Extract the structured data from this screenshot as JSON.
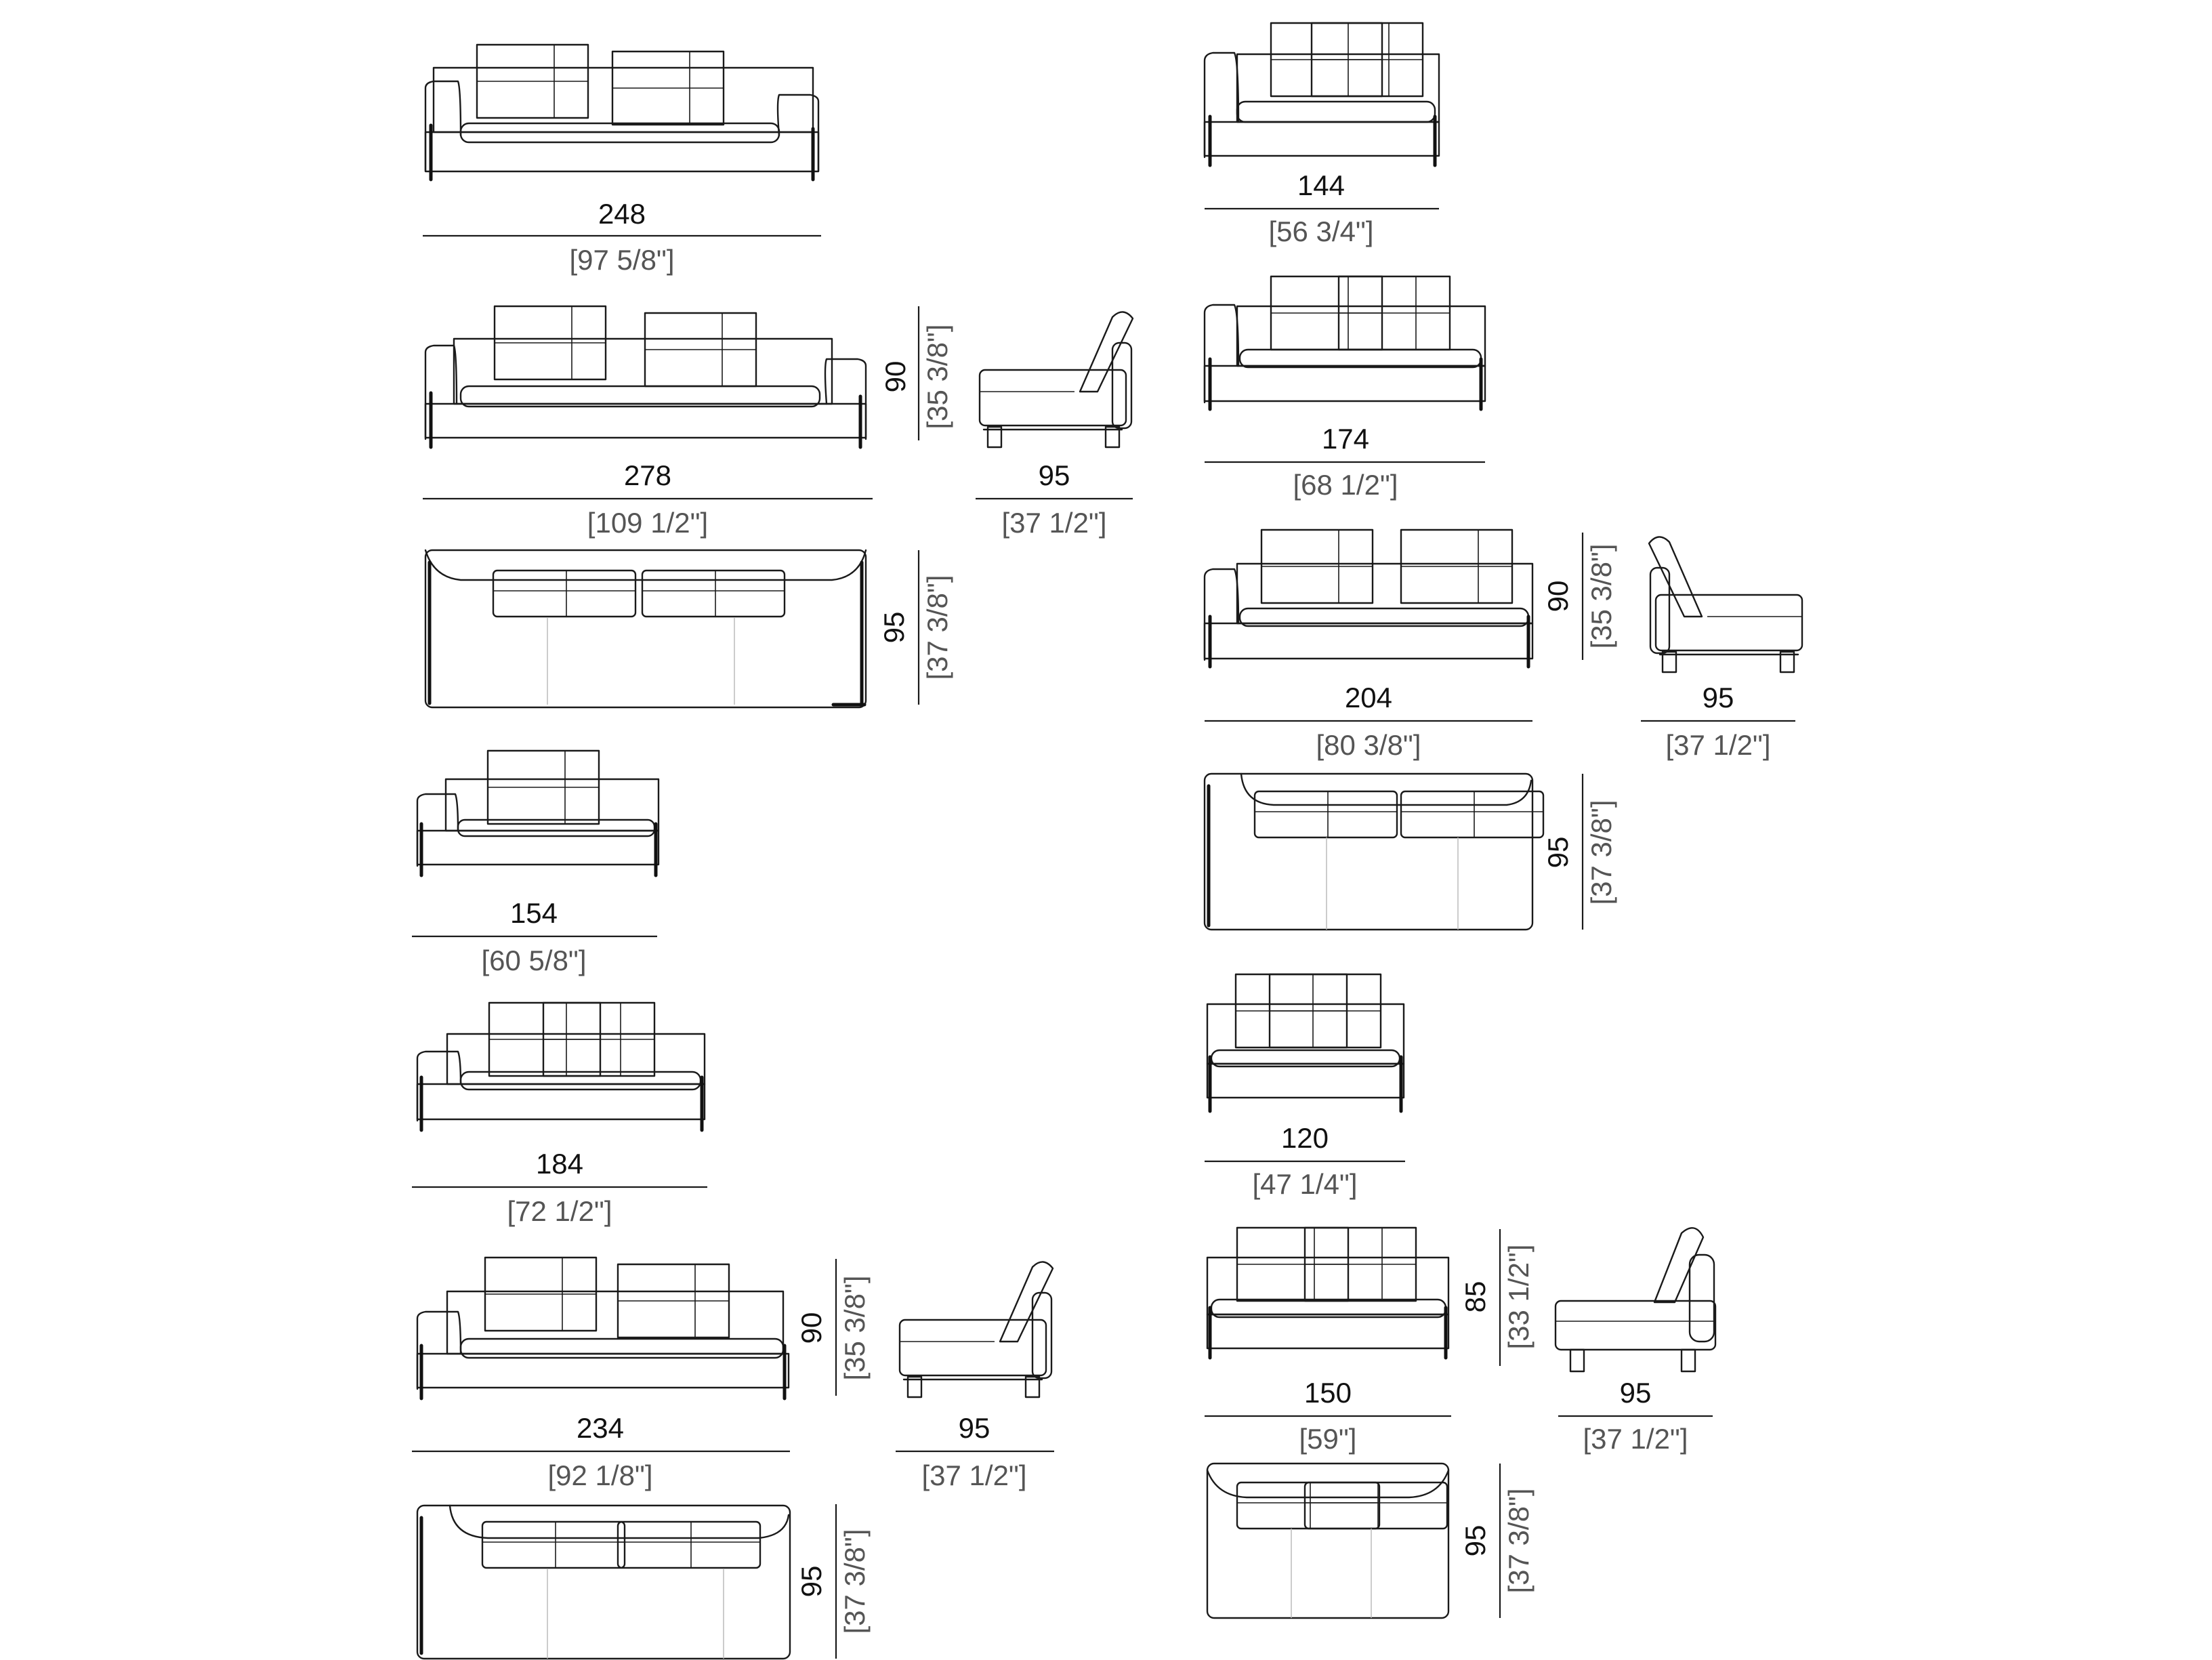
{
  "colors": {
    "line": "#1a1a1a",
    "inch_text": "#555555",
    "guide": "#bbbbbb"
  },
  "dims": {
    "w248": {
      "cm": "248",
      "in": "[97 5/8\"]"
    },
    "w278": {
      "cm": "278",
      "in": "[109 1/2\"]"
    },
    "h90_a": {
      "cm": "90",
      "in": "[35 3/8\"]"
    },
    "d95_side_a": {
      "cm": "95",
      "in": "[37 1/2\"]"
    },
    "d95_plan_a": {
      "cm": "95",
      "in": "[37 3/8\"]"
    },
    "w154": {
      "cm": "154",
      "in": "[60 5/8\"]"
    },
    "w184": {
      "cm": "184",
      "in": "[72 1/2\"]"
    },
    "w234": {
      "cm": "234",
      "in": "[92 1/8\"]"
    },
    "h90_b": {
      "cm": "90",
      "in": "[35 3/8\"]"
    },
    "d95_side_b": {
      "cm": "95",
      "in": "[37 1/2\"]"
    },
    "d95_plan_b": {
      "cm": "95",
      "in": "[37 3/8\"]"
    },
    "w144": {
      "cm": "144",
      "in": "[56 3/4\"]"
    },
    "w174": {
      "cm": "174",
      "in": "[68 1/2\"]"
    },
    "w204": {
      "cm": "204",
      "in": "[80 3/8\"]"
    },
    "h90_c": {
      "cm": "90",
      "in": "[35 3/8\"]"
    },
    "d95_side_c": {
      "cm": "95",
      "in": "[37 1/2\"]"
    },
    "d95_plan_c": {
      "cm": "95",
      "in": "[37 3/8\"]"
    },
    "w120": {
      "cm": "120",
      "in": "[47 1/4\"]"
    },
    "w150": {
      "cm": "150",
      "in": "[59\"]"
    },
    "h85": {
      "cm": "85",
      "in": "[33 1/2\"]"
    },
    "d95_side_d": {
      "cm": "95",
      "in": "[37 1/2\"]"
    },
    "d95_plan_d": {
      "cm": "95",
      "in": "[37 3/8\"]"
    }
  }
}
